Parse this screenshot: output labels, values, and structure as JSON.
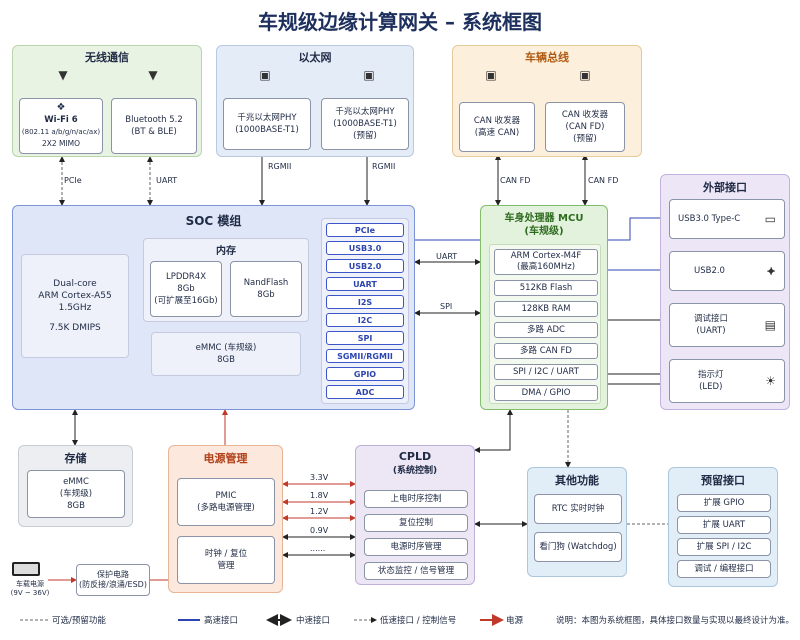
{
  "title": "车规级边缘计算网关 – 系统框图",
  "wireless": {
    "header": "无线通信",
    "wifi": {
      "line1": "Wi-Fi 6",
      "line2": "(802.11 a/b/g/n/ac/ax)",
      "line3": "2X2 MIMO"
    },
    "bt": {
      "line1": "Bluetooth 5.2",
      "line2": "(BT & BLE)"
    },
    "pcie_label": "PCIe",
    "uart_label": "UART"
  },
  "ethernet": {
    "header": "以太网",
    "phy1": {
      "line1": "千兆以太网PHY",
      "line2": "(1000BASE-T1)"
    },
    "phy2": {
      "line1": "千兆以太网PHY",
      "line2": "(1000BASE-T1)",
      "line3": "(预留)"
    },
    "rgmii1": "RGMII",
    "rgmii2": "RGMII"
  },
  "canbus": {
    "header": "车辆总线",
    "can1": {
      "line1": "CAN 收发器",
      "line2": "(高速 CAN)"
    },
    "can2": {
      "line1": "CAN 收发器",
      "line2": "(CAN FD)",
      "line3": "(预留)"
    },
    "canfd1": "CAN FD",
    "canfd2": "CAN FD"
  },
  "soc": {
    "header": "SOC 模组",
    "cpu": {
      "line1": "Dual-core",
      "line2": "ARM Cortex-A55",
      "line3": "1.5GHz",
      "line4": "7.5K DMIPS"
    },
    "mem_header": "内存",
    "lpddr": {
      "line1": "LPDDR4X",
      "line2": "8Gb",
      "line3": "(可扩展至16Gb)"
    },
    "nand": {
      "line1": "NandFlash",
      "line2": "8Gb"
    },
    "emmc": {
      "line1": "eMMC (车规级)",
      "line2": "8GB"
    },
    "buses": [
      "PCIe",
      "USB3.0",
      "USB2.0",
      "UART",
      "I2S",
      "I2C",
      "SPI",
      "SGMII/RGMII",
      "GPIO",
      "ADC"
    ]
  },
  "links": {
    "uart": "UART",
    "spi": "SPI"
  },
  "mcu": {
    "header1": "车身处理器 MCU",
    "header2": "(车规级)",
    "items": [
      {
        "l1": "ARM Cortex-M4F",
        "l2": "(最高160MHz)"
      },
      {
        "l1": "512KB Flash",
        "l2": ""
      },
      {
        "l1": "128KB RAM",
        "l2": ""
      },
      {
        "l1": "多路 ADC",
        "l2": ""
      },
      {
        "l1": "多路 CAN FD",
        "l2": ""
      },
      {
        "l1": "SPI / I2C / UART",
        "l2": ""
      },
      {
        "l1": "DMA / GPIO",
        "l2": ""
      }
    ]
  },
  "external": {
    "header": "外部接口",
    "usb3": "USB3.0 Type-C",
    "usb2": "USB2.0",
    "debug": {
      "line1": "调试接口",
      "line2": "(UART)"
    },
    "led": {
      "line1": "指示灯",
      "line2": "(LED)"
    }
  },
  "storage": {
    "header": "存储",
    "line1": "eMMC",
    "line2": "(车规级)",
    "line3": "8GB"
  },
  "power": {
    "header": "电源管理",
    "pmic": {
      "line1": "PMIC",
      "line2": "(多路电源管理)"
    },
    "clock": {
      "line1": "时钟 / 复位",
      "line2": "管理"
    },
    "rails": [
      "3.3V",
      "1.8V",
      "1.2V",
      "0.9V",
      "......"
    ]
  },
  "protect": {
    "line1": "保护电路",
    "line2": "(防反接/浪涌/ESD)"
  },
  "vehicle_power": {
    "line1": "车载电源",
    "line2": "(9V ~ 36V)"
  },
  "cpld": {
    "header1": "CPLD",
    "header2": "(系统控制)",
    "items": [
      "上电时序控制",
      "复位控制",
      "电源时序管理",
      "状态监控 / 信号管理"
    ]
  },
  "other": {
    "header": "其他功能",
    "rtc": "RTC 实时时钟",
    "wdt": "看门狗 (Watchdog)"
  },
  "reserved": {
    "header": "预留接口",
    "items": [
      "扩展 GPIO",
      "扩展 UART",
      "扩展 SPI / I2C",
      "调试 / 编程接口"
    ]
  },
  "legend": {
    "optional": "可选/预留功能",
    "highspeed": "高速接口",
    "midspeed": "中速接口",
    "lowspeed": "低速接口 / 控制信号",
    "power": "电源",
    "note": "说明：本图为系统框图，具体接口数量与实现以最终设计为准。"
  },
  "colors": {
    "soc_bg": "#dfe6f7",
    "mcu_bg": "#e3f2dc",
    "ext_bg": "#ede6f7",
    "eth_bg": "#e4ecf7",
    "can_bg": "#fcefdc",
    "wl_bg": "#e8f3e3",
    "pwr_bg": "#fce8dc",
    "cpld_bg": "#ece6f5",
    "other_bg": "#e2eef7",
    "blue": "#2d45b0",
    "red": "#c0392b"
  }
}
